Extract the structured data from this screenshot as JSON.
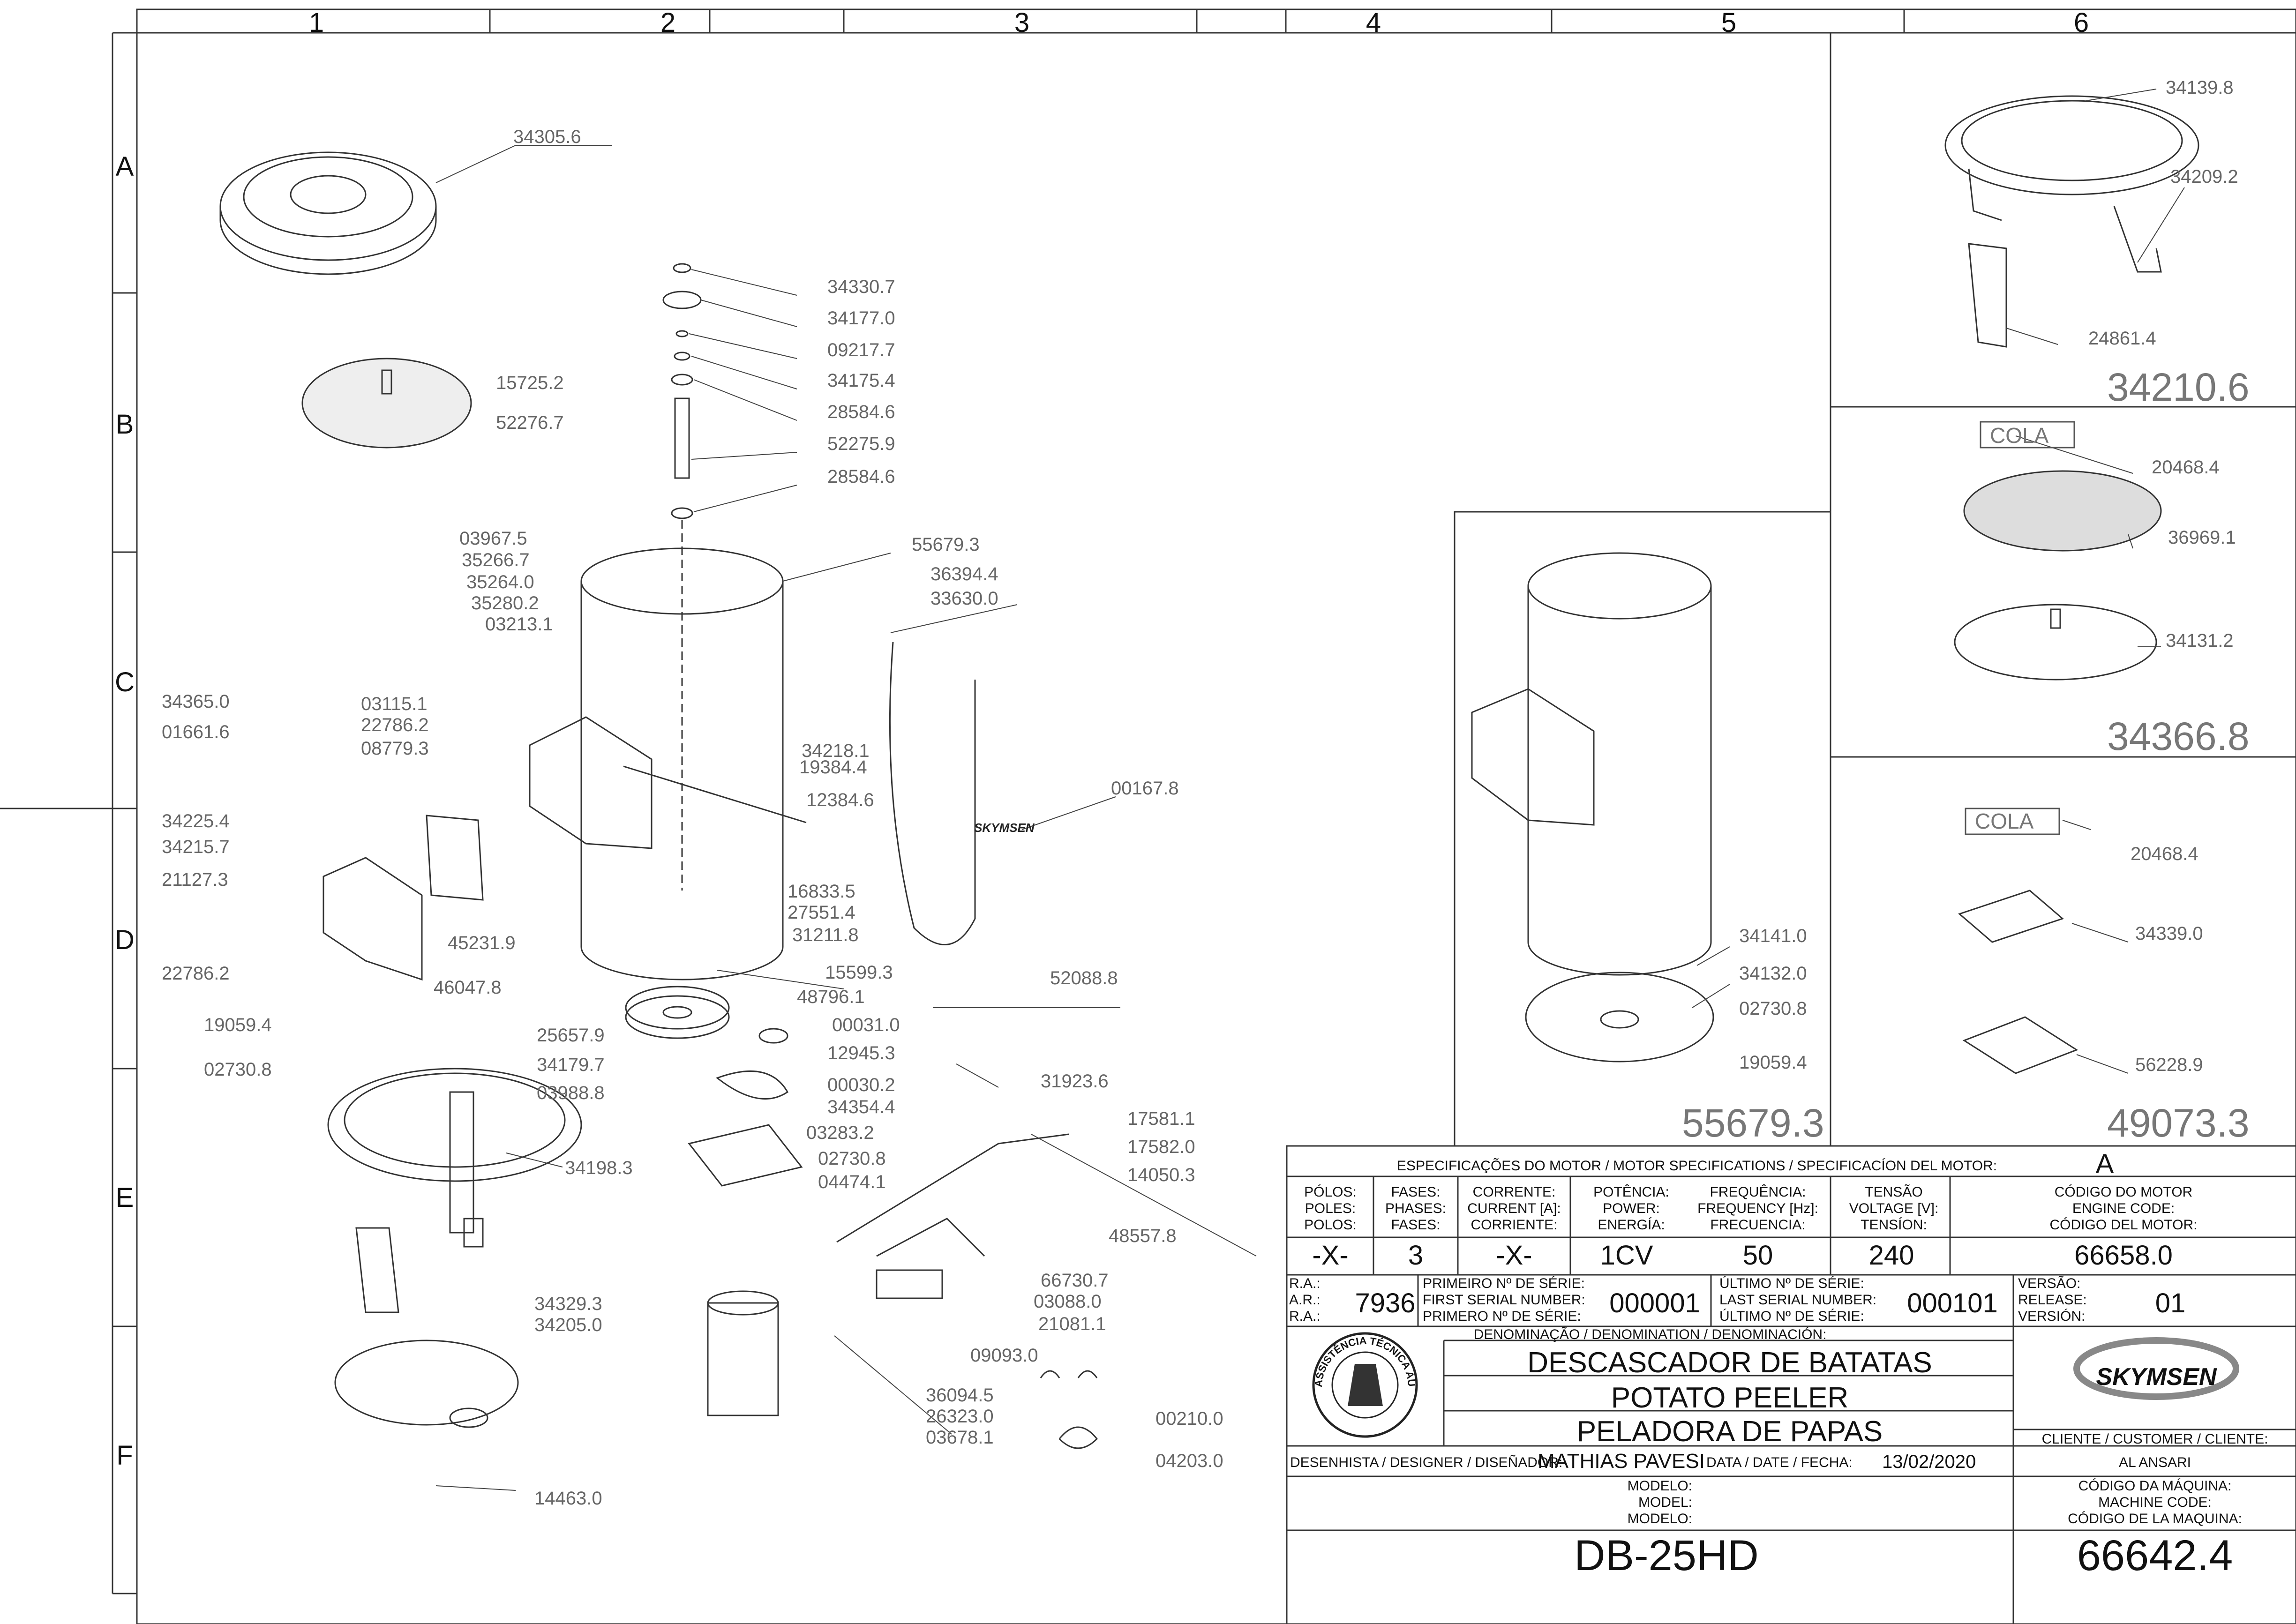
{
  "grid": {
    "columns": [
      "1",
      "2",
      "3",
      "4",
      "5",
      "6"
    ],
    "rows": [
      "A",
      "B",
      "C",
      "D",
      "E",
      "F"
    ]
  },
  "parts": [
    "34305.6",
    "34330.7",
    "34177.0",
    "09217.7",
    "34175.4",
    "28584.6",
    "52275.9",
    "28584.6",
    "15725.2",
    "52276.7",
    "03967.5",
    "35266.7",
    "35264.0",
    "35280.2",
    "03213.1",
    "55679.3",
    "36394.4",
    "33630.0",
    "34365.0",
    "01661.6",
    "03115.1",
    "22786.2",
    "08779.3",
    "34218.1",
    "19384.4",
    "12384.6",
    "00167.8",
    "34225.4",
    "34215.7",
    "21127.3",
    "22786.2",
    "45231.9",
    "16833.5",
    "27551.4",
    "31211.8",
    "15599.3",
    "46047.8",
    "48796.1",
    "52088.8",
    "00031.0",
    "25657.9",
    "34179.7",
    "03988.8",
    "12945.3",
    "00030.2",
    "34354.4",
    "03283.2",
    "02730.8",
    "04474.1",
    "31923.6",
    "19059.4",
    "02730.8",
    "34198.3",
    "17581.1",
    "17582.0",
    "14050.3",
    "48557.8",
    "66730.7",
    "03088.0",
    "21081.1",
    "09093.0",
    "34329.3",
    "34205.0",
    "36094.5",
    "26323.0",
    "03678.1",
    "00210.0",
    "04203.0",
    "14463.0",
    "34141.0",
    "34132.0",
    "02730.8",
    "19059.4",
    "34139.8",
    "34209.2",
    "24861.4",
    "20468.4",
    "36969.1",
    "34131.2",
    "20468.4",
    "34339.0",
    "56228.9"
  ],
  "assemblies": [
    "55679.3",
    "34210.6",
    "34366.8",
    "49073.3"
  ],
  "cola_label": "COLA",
  "brand": "SKYMSEN",
  "title_block": {
    "motor_header": "ESPECIFICAÇÕES DO MOTOR / MOTOR SPECIFICATIONS / SPECIFICACÍON DEL MOTOR:",
    "revision": "A",
    "poles_label": [
      "PÓLOS:",
      "POLES:",
      "POLOS:"
    ],
    "poles": "-X-",
    "phases_label": [
      "FASES:",
      "PHASES:",
      "FASES:"
    ],
    "phases": "3",
    "current_label": [
      "CORRENTE:",
      "CURRENT [A]:",
      "CORRIENTE:"
    ],
    "current": "-X-",
    "power_label": [
      "POTÊNCIA:",
      "POWER:",
      "ENERGÍA:"
    ],
    "power": "1CV",
    "frequency_label": [
      "FREQUÊNCIA:",
      "FREQUENCY [Hz]:",
      "FRECUENCIA:"
    ],
    "frequency": "50",
    "voltage_label": [
      "TENSÃO",
      "VOLTAGE [V]:",
      "TENSÍON:"
    ],
    "voltage": "240",
    "engine_code_label": [
      "CÓDIGO DO MOTOR",
      "ENGINE CODE:",
      "CÓDIGO DEL MOTOR:"
    ],
    "engine_code": "66658.0",
    "ra_label": [
      "R.A.:",
      "A.R.:",
      "R.A.:"
    ],
    "ra": "7936",
    "first_serial_label": [
      "PRIMEIRO Nº DE SÉRIE:",
      "FIRST SERIAL NUMBER:",
      "PRIMERO Nº DE SÉRIE:"
    ],
    "first_serial": "000001",
    "last_serial_label": [
      "ÚLTIMO Nº DE SÉRIE:",
      "LAST SERIAL NUMBER:",
      "ÚLTIMO Nº DE SÉRIE:"
    ],
    "last_serial": "000101",
    "version_label": [
      "VERSÃO:",
      "RELEASE:",
      "VERSIÓN:"
    ],
    "version": "01",
    "denomination_label": "DENOMINAÇÃO / DENOMINATION / DENOMINACIÓN:",
    "denomination": [
      "DESCASCADOR DE BATATAS",
      "POTATO PEELER",
      "PELADORA DE PAPAS"
    ],
    "seal_text": "ASSISTÊNCIA TÉCNICA AUTORIZADA",
    "customer_label": "CLIENTE / CUSTOMER / CLIENTE:",
    "customer": "AL ANSARI",
    "designer_label": "DESENHISTA / DESIGNER / DISEÑADOR:",
    "designer": "MATHIAS PAVESI",
    "date_label": "DATA / DATE / FECHA:",
    "date": "13/02/2020",
    "model_label": [
      "MODELO:",
      "MODEL:",
      "MODELO:"
    ],
    "machine_code_label": [
      "CÓDIGO DA MÁQUINA:",
      "MACHINE CODE:",
      "CÓDIGO DE LA MAQUINA:"
    ],
    "model": "DB-25HD",
    "machine_code": "66642.4"
  }
}
